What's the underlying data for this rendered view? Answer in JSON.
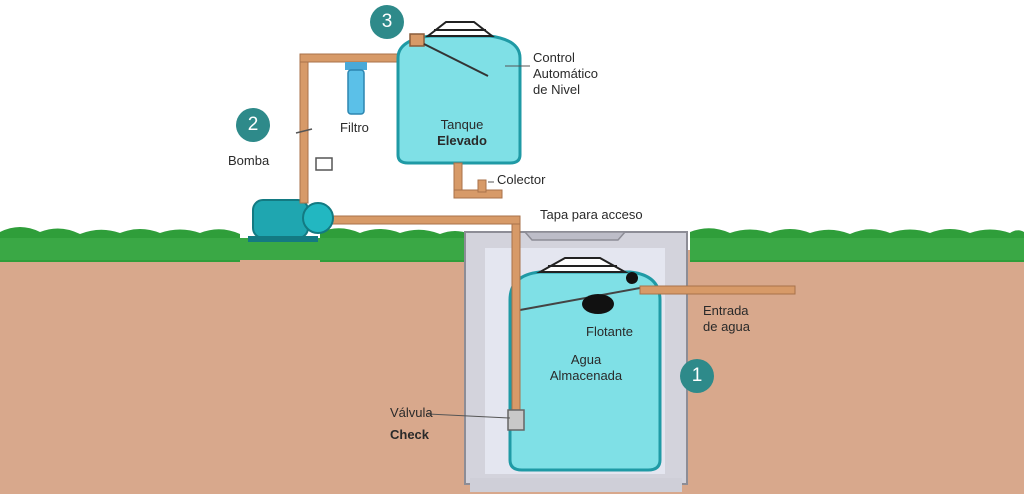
{
  "badges": {
    "one": "1",
    "two": "2",
    "three": "3"
  },
  "labels": {
    "control_line1": "Control",
    "control_line2": "Automático",
    "control_line3": "de Nivel",
    "filtro": "Filtro",
    "bomba": "Bomba",
    "tanque_line1": "Tanque",
    "tanque_line2": "Elevado",
    "colector": "Colector",
    "tapa": "Tapa para acceso",
    "entrada_line1": "Entrada",
    "entrada_line2": "de agua",
    "flotante": "Flotante",
    "agua_line1": "Agua",
    "agua_line2": "Almacenada",
    "valvula_line1": "Válvula",
    "valvula_line2": "Check"
  },
  "colors": {
    "soil": "#d8a88c",
    "grass": "#2f9e3a",
    "water": "#7fe0e6",
    "tank_outline": "#1f9aa5",
    "pipe": "#d79a68",
    "badge": "#2e8a8a",
    "cistern_wall": "#d3d3dc"
  }
}
